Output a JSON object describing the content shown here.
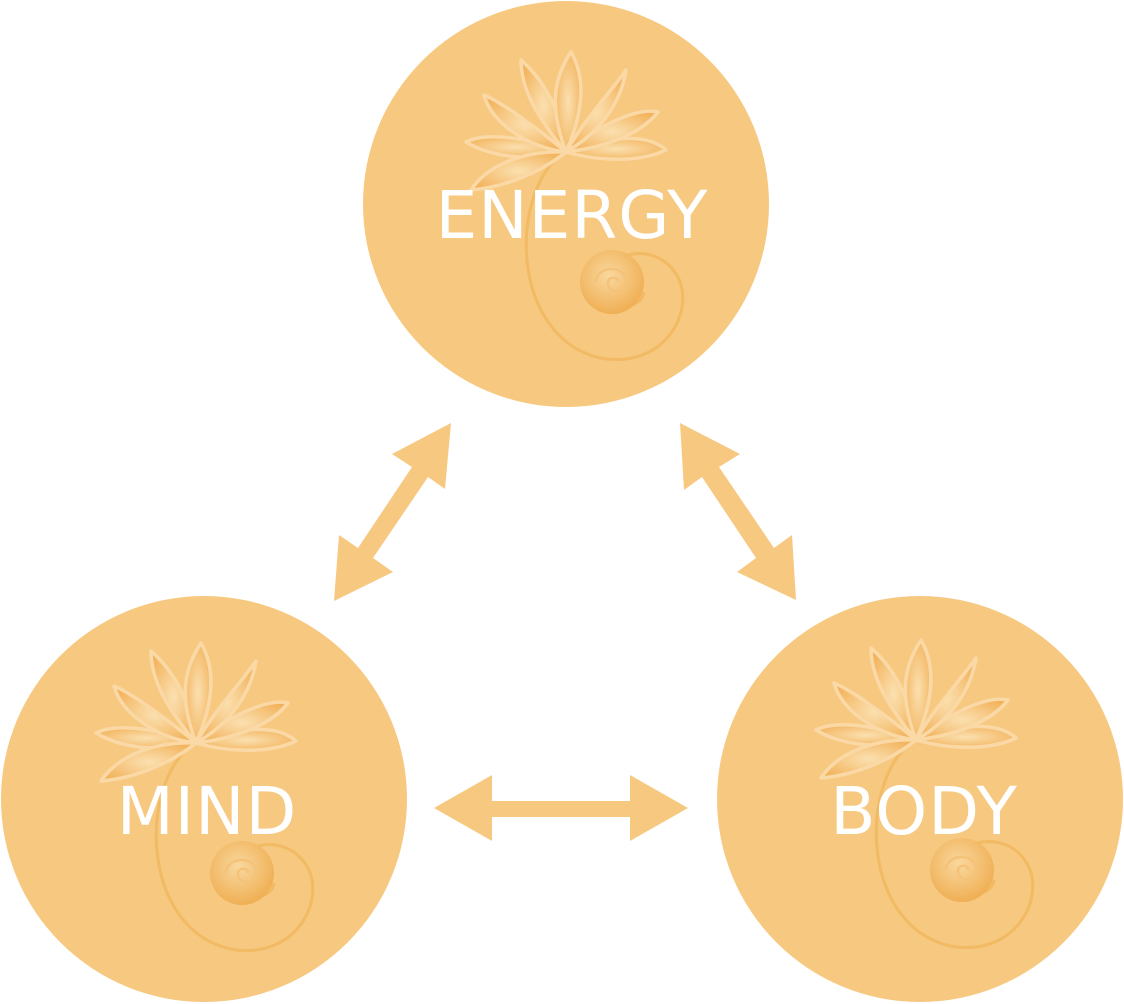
{
  "colors": {
    "circle": "#F7C880",
    "arrow": "#F7C880",
    "petal_fill": "#F2B860",
    "petal_stroke": "#FAD9A6",
    "spiral": "#F0B65A",
    "label": "#ffffff"
  },
  "icons": {
    "node_emblem": "lotus-spiral-icon",
    "connector": "double-headed-arrow-icon"
  },
  "nodes": [
    {
      "id": "energy",
      "label": "ENERGY"
    },
    {
      "id": "mind",
      "label": "MIND"
    },
    {
      "id": "body",
      "label": "BODY"
    }
  ],
  "links": [
    {
      "from": "energy",
      "to": "mind",
      "direction": "both"
    },
    {
      "from": "energy",
      "to": "body",
      "direction": "both"
    },
    {
      "from": "mind",
      "to": "body",
      "direction": "both"
    }
  ]
}
